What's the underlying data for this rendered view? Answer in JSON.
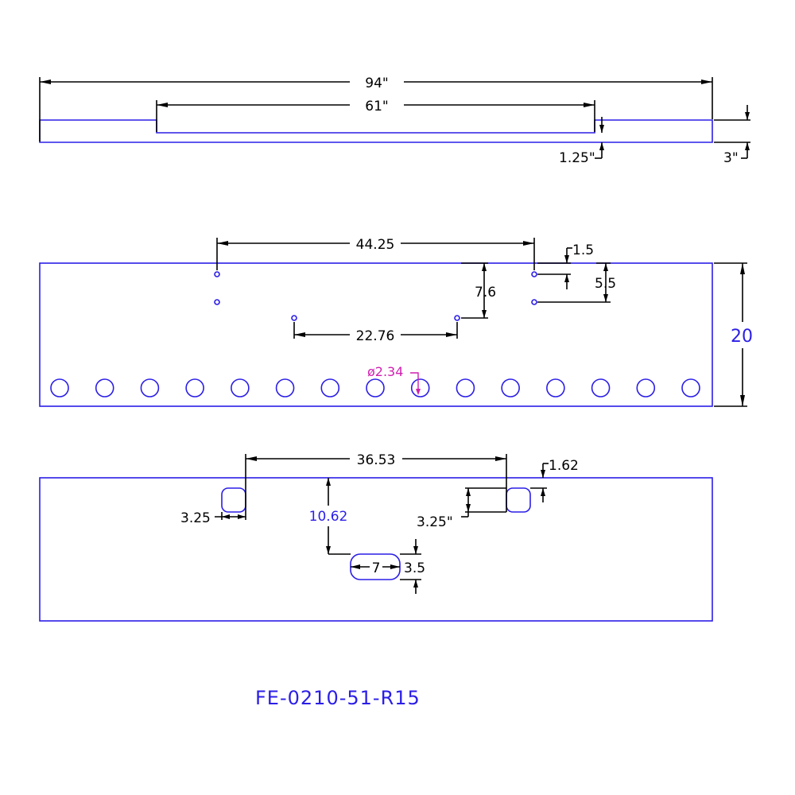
{
  "colors": {
    "part": "#2b1ee6",
    "dimension": "#000000",
    "callout": "#d01fb0"
  },
  "top_view": {
    "overall_length": "94\"",
    "notch_length": "61\"",
    "notch_depth": "1.25\"",
    "thickness": "3\""
  },
  "front_view": {
    "hole_spacing": "44.25",
    "hole_offset": "1.5",
    "hole_vertical_spacing": "5.5",
    "lower_hole_height": "7.6",
    "lower_hole_spacing": "22.76",
    "height": "20",
    "bolt_hole_diameter": "ø2.34",
    "bolt_hole_count": 15
  },
  "bottom_view": {
    "slot_spacing": "36.53",
    "slot_top_offset": "1.62",
    "left_slot_size": "3.25",
    "right_slot_size": "3.25\"",
    "center_slot_height": "10.62",
    "center_slot_length": "7",
    "center_slot_width": "3.5"
  },
  "part_number": "FE-0210-51-R15"
}
